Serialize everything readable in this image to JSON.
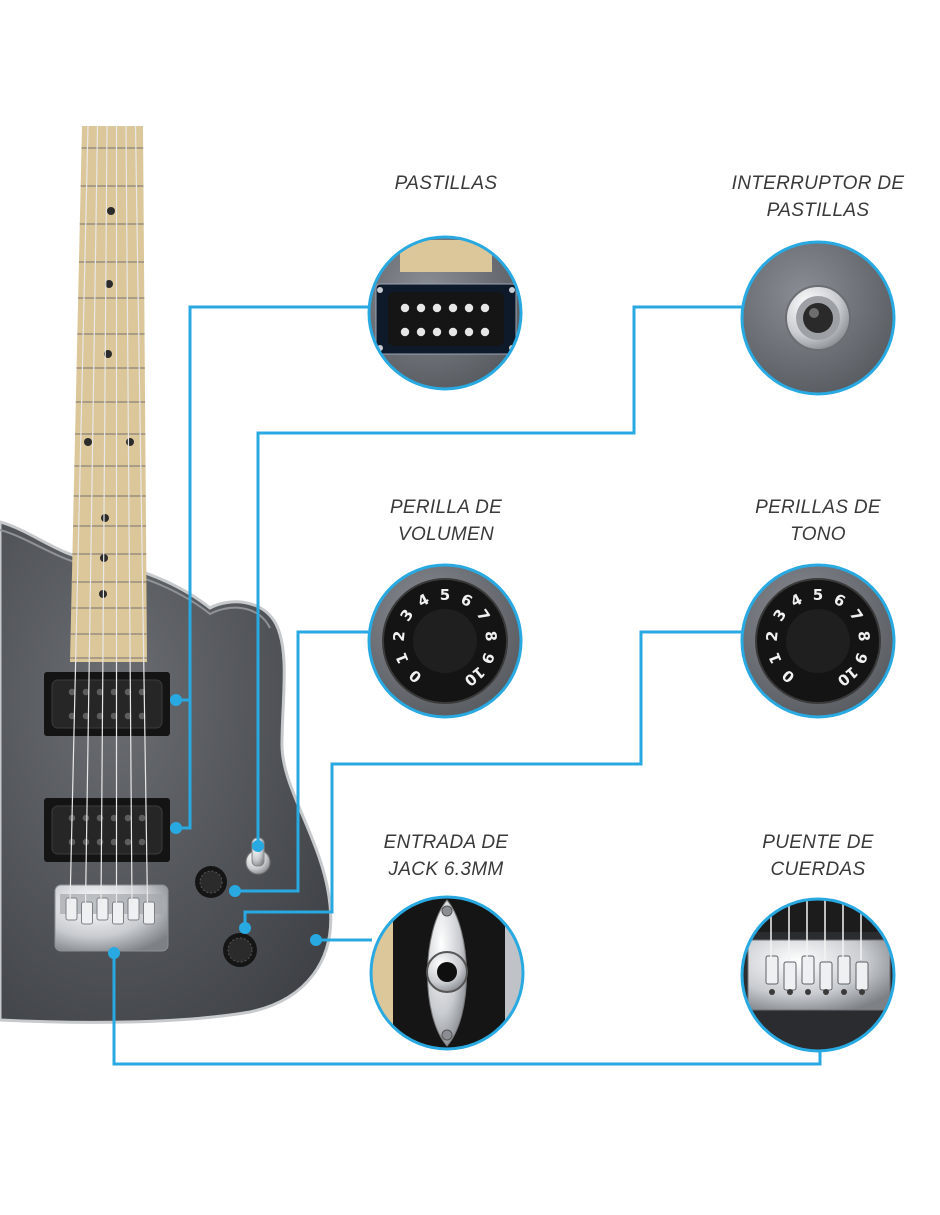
{
  "colors": {
    "callout_line": "#29a9e1",
    "body": "#55585c",
    "body_edge": "#b8bbbe",
    "neck_wood": "#dcc79a",
    "fret": "#a89c85",
    "inlay": "#2b2b2b",
    "pickup": "#1e1e1e",
    "chrome": "#d7d9dc",
    "label_text": "#3a3a3a"
  },
  "callouts": [
    {
      "id": "pastillas",
      "label": "PASTILLAS",
      "image": "humbucker-closeup"
    },
    {
      "id": "interruptor",
      "label": "INTERRUPTOR DE\nPASTILLAS",
      "image": "toggle-switch-closeup"
    },
    {
      "id": "volumen",
      "label": "PERILLA DE\nVOLUMEN",
      "image": "knob-closeup"
    },
    {
      "id": "tono",
      "label": "PERILLAS DE\nTONO",
      "image": "knob-closeup"
    },
    {
      "id": "jack",
      "label": "ENTRADA DE\nJACK 6.3MM",
      "image": "output-jack-closeup"
    },
    {
      "id": "puente",
      "label": "PUENTE DE\nCUERDAS",
      "image": "bridge-closeup"
    }
  ],
  "knob_numbers": [
    "0",
    "1",
    "2",
    "3",
    "4",
    "5",
    "6",
    "7",
    "8",
    "9",
    "10"
  ]
}
